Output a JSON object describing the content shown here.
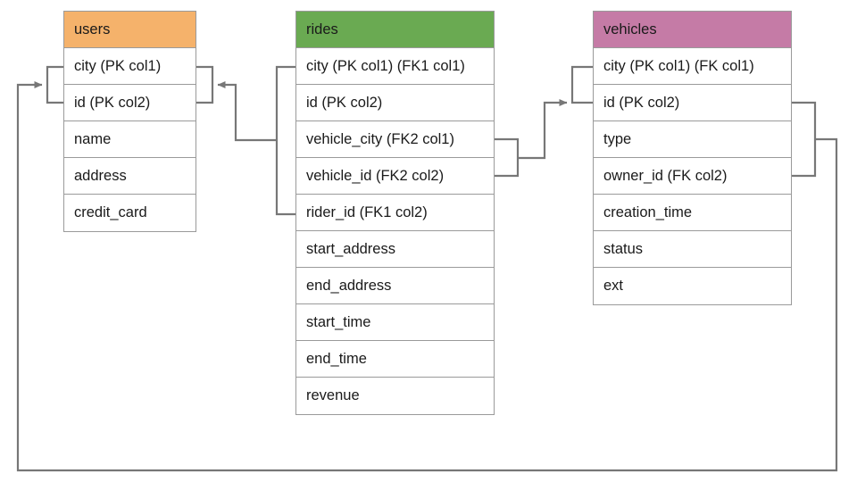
{
  "diagram": {
    "title": "Database schema entity relationship diagram",
    "line_color": "#777777",
    "border_color": "#9a9a9a",
    "background": "#ffffff"
  },
  "entities": [
    {
      "name": "users",
      "header_color": "#f5b26b",
      "fields": [
        "city (PK col1)",
        "id (PK col2)",
        "name",
        "address",
        "credit_card"
      ]
    },
    {
      "name": "rides",
      "header_color": "#6aaa52",
      "fields": [
        "city (PK col1) (FK1 col1)",
        "id (PK col2)",
        "vehicle_city (FK2 col1)",
        "vehicle_id (FK2 col2)",
        "rider_id (FK1 col2)",
        "start_address",
        "end_address",
        "start_time",
        "end_time",
        "revenue"
      ]
    },
    {
      "name": "vehicles",
      "header_color": "#c57ba6",
      "fields": [
        "city (PK col1) (FK col1)",
        "id (PK col2)",
        "type",
        "owner_id (FK col2)",
        "creation_time",
        "status",
        "ext"
      ]
    }
  ],
  "relationships": [
    {
      "name": "rides-fk1-to-users",
      "from_entity": "rides",
      "from_fields": [
        "city (PK col1) (FK1 col1)",
        "rider_id (FK1 col2)"
      ],
      "to_entity": "users",
      "to_fields": [
        "city (PK col1)",
        "id (PK col2)"
      ],
      "arrow": "to-users"
    },
    {
      "name": "rides-fk2-to-vehicles",
      "from_entity": "rides",
      "from_fields": [
        "vehicle_city (FK2 col1)",
        "vehicle_id (FK2 col2)"
      ],
      "to_entity": "vehicles",
      "to_fields": [
        "city (PK col1) (FK col1)",
        "id (PK col2)"
      ],
      "arrow": "to-vehicles"
    },
    {
      "name": "vehicles-fk-to-users",
      "from_entity": "vehicles",
      "from_fields": [
        "id (PK col2)",
        "owner_id (FK col2)"
      ],
      "to_entity": "users",
      "to_fields": [
        "city (PK col1)",
        "id (PK col2)"
      ],
      "arrow": "to-users"
    }
  ]
}
